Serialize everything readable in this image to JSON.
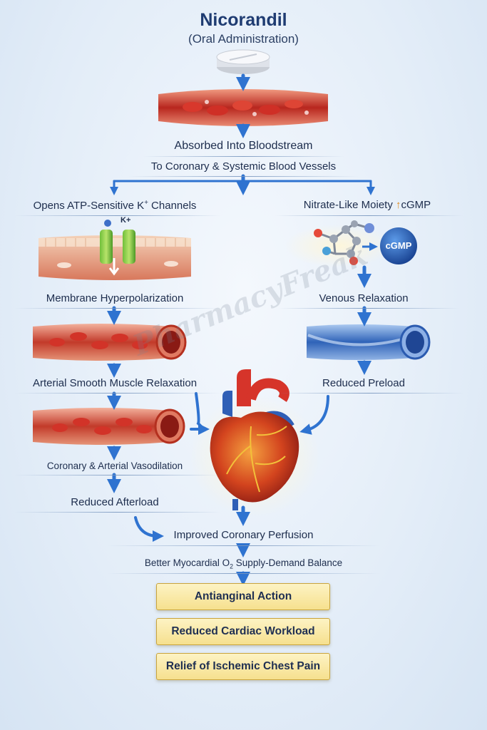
{
  "header": {
    "title": "Nicorandil",
    "subtitle": "(Oral Administration)"
  },
  "steps": {
    "absorbed": "Absorbed Into Bloodstream",
    "to_vessels": "To Coronary & Systemic Blood Vessels",
    "k_channels_pre": "Opens ATP-Sensitive K",
    "k_channels_sup": "+",
    "k_channels_post": " Channels",
    "nitrate_pre": "Nitrate-Like Moiety ",
    "nitrate_arrow": "↑",
    "nitrate_post": "cGMP",
    "hyperpolarization": "Membrane Hyperpolarization",
    "venous_relaxation": "Venous Relaxation",
    "arterial_relaxation": "Arterial Smooth Muscle Relaxation",
    "reduced_preload": "Reduced Preload",
    "coronary_vasodilation": "Coronary & Arterial Vasodilation",
    "reduced_afterload": "Reduced Afterload",
    "improved_perfusion": "Improved Coronary Perfusion",
    "balance_pre": "Better Myocardial O",
    "balance_sub": "2",
    "balance_post": " Supply-Demand Balance"
  },
  "labels": {
    "channel_ion": "K+",
    "cgmp_badge": "cGMP"
  },
  "outcomes": [
    "Antianginal Action",
    "Reduced Cardiac Workload",
    "Relief of Ischemic Chest Pain"
  ],
  "watermark": "PharmacyFreak",
  "colors": {
    "arrow": "#2f73d0",
    "title": "#1f3c72",
    "outcome_fill": "#f6e08e",
    "outcome_border": "#c9a43c"
  }
}
